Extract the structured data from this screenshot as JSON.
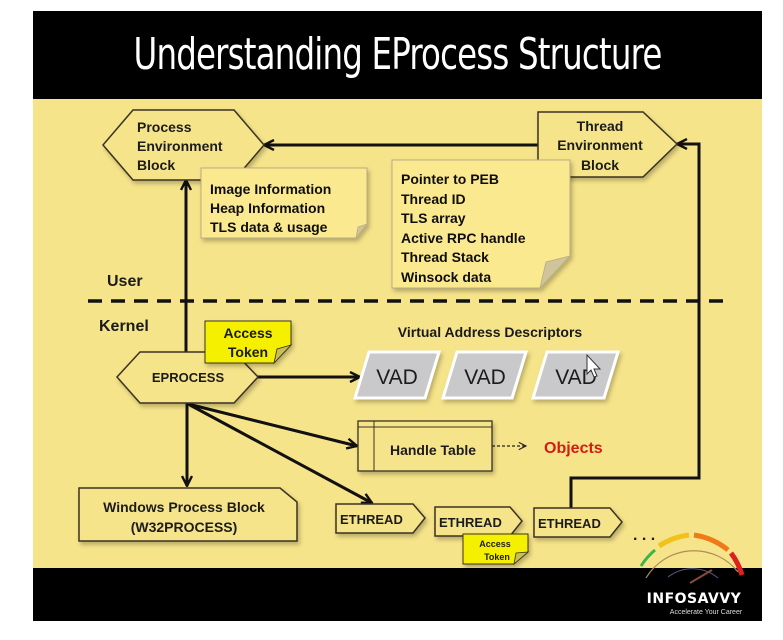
{
  "title": "Understanding EProcess Structure",
  "colors": {
    "background": "#f6e48a",
    "title_bar": "#000000",
    "objects_text": "#d21e12",
    "access_token_fill": "#f5f000",
    "vad_fill": "#c9c9cc"
  },
  "peb": {
    "lines": [
      "Process",
      "Environment",
      "Block"
    ],
    "note": [
      "Image Information",
      "Heap Information",
      "TLS data & usage"
    ]
  },
  "teb": {
    "lines": [
      "Thread",
      "Environment",
      "Block"
    ],
    "note": [
      "Pointer to PEB",
      "Thread ID",
      "TLS array",
      "Active RPC handle",
      "Thread Stack",
      "Winsock data"
    ]
  },
  "regions": {
    "user": "User",
    "kernel": "Kernel"
  },
  "eprocess": {
    "label": "EPROCESS",
    "access_token": [
      "Access",
      "Token"
    ]
  },
  "vad": {
    "heading": "Virtual Address Descriptors",
    "items": [
      "VAD",
      "VAD",
      "VAD"
    ]
  },
  "handle_table": {
    "label": "Handle Table",
    "target": "Objects"
  },
  "w32process": {
    "lines": [
      "Windows Process Block",
      "(W32PROCESS)"
    ]
  },
  "ethreads": {
    "items": [
      "ETHREAD",
      "ETHREAD",
      "ETHREAD"
    ],
    "access_token": [
      "Access",
      "Token"
    ],
    "ellipsis": ". . ."
  },
  "logo": {
    "brand": "INFOSAVVY",
    "tagline": "Accelerate Your Career"
  }
}
